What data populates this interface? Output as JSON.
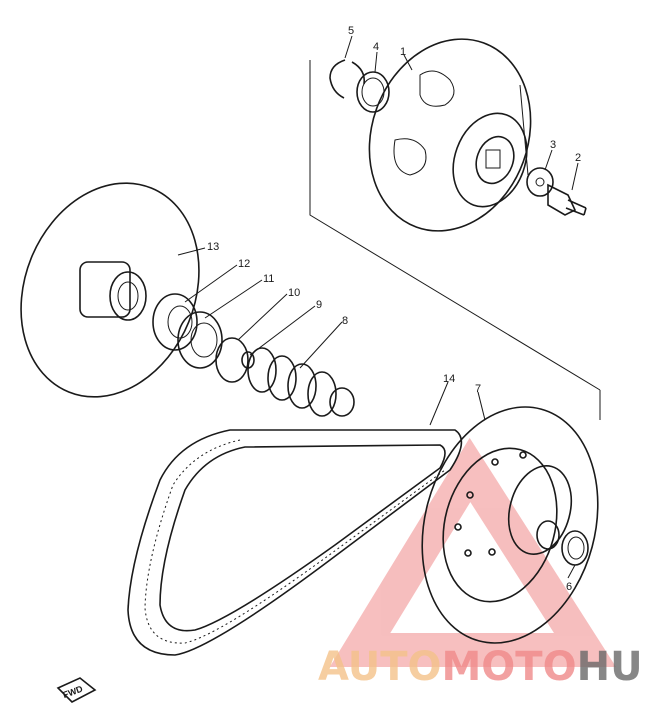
{
  "callouts": [
    {
      "id": "c5a",
      "label": "5"
    },
    {
      "id": "c4",
      "label": "4"
    },
    {
      "id": "c1",
      "label": "1"
    },
    {
      "id": "c3",
      "label": "3"
    },
    {
      "id": "c2",
      "label": "2"
    },
    {
      "id": "c13",
      "label": "13"
    },
    {
      "id": "c12",
      "label": "12"
    },
    {
      "id": "c11",
      "label": "11"
    },
    {
      "id": "c10",
      "label": "10"
    },
    {
      "id": "c9",
      "label": "9"
    },
    {
      "id": "c8",
      "label": "8"
    },
    {
      "id": "c14",
      "label": "14"
    },
    {
      "id": "c7",
      "label": "7"
    },
    {
      "id": "c6",
      "label": "6"
    }
  ],
  "direction_tag": "FWD",
  "watermark": {
    "part1": "AUTO",
    "part2": "MOTO",
    "part3": "HUB",
    "color_light": "#f4c28a",
    "color_accent": "#f08a8a",
    "color_dark": "#6a6a6a"
  }
}
